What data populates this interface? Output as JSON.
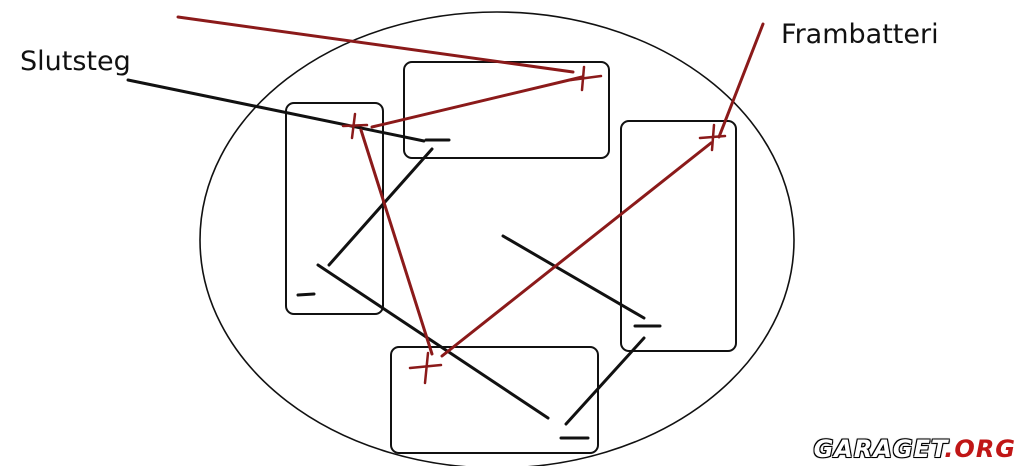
{
  "labels": {
    "slutsteg": "Slutsteg",
    "frambatteri": "Frambatteri"
  },
  "batteries": [
    {
      "id": "left",
      "positive": "+",
      "negative": "−"
    },
    {
      "id": "top",
      "positive": "+",
      "negative": "−"
    },
    {
      "id": "right",
      "positive": "+",
      "negative": "−"
    },
    {
      "id": "bottom",
      "positive": "+",
      "negative": "−"
    }
  ],
  "watermark": {
    "brand": "GARAGET",
    "domain": ".ORG"
  },
  "colors": {
    "positive_wire": "#8b1a1a",
    "negative_wire": "#111111",
    "outline": "#111111"
  }
}
